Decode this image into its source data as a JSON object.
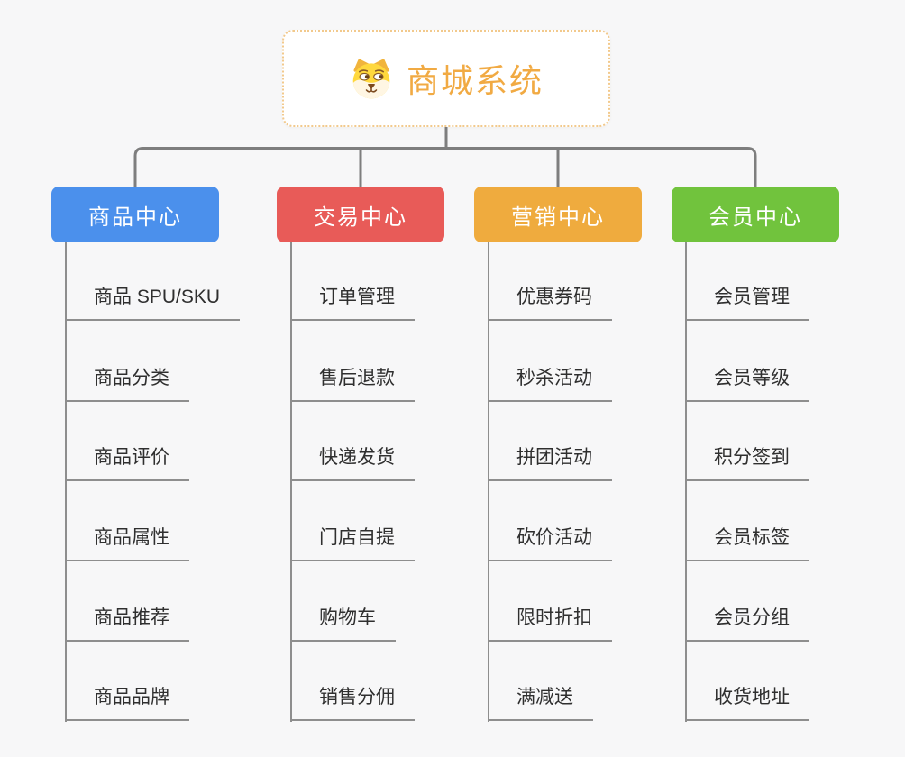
{
  "page": {
    "background": "#F7F7F8"
  },
  "root": {
    "title": "商城系统",
    "icon": "dog-face-icon",
    "title_color": "#F1AA43",
    "border_color": "#F2C98C"
  },
  "colors": {
    "connector": "#7E7E7E",
    "leaf_line": "#8E8E8E",
    "leaf_text": "#2F2F2F"
  },
  "branches": [
    {
      "label": "商品中心",
      "color": "#4B90EC",
      "items": [
        "商品 SPU/SKU",
        "商品分类",
        "商品评价",
        "商品属性",
        "商品推荐",
        "商品品牌"
      ]
    },
    {
      "label": "交易中心",
      "color": "#E85B58",
      "items": [
        "订单管理",
        "售后退款",
        "快递发货",
        "门店自提",
        "购物车",
        "销售分佣"
      ]
    },
    {
      "label": "营销中心",
      "color": "#EFAB3E",
      "items": [
        "优惠券码",
        "秒杀活动",
        "拼团活动",
        "砍价活动",
        "限时折扣",
        "满减送"
      ]
    },
    {
      "label": "会员中心",
      "color": "#71C33D",
      "items": [
        "会员管理",
        "会员等级",
        "积分签到",
        "会员标签",
        "会员分组",
        "收货地址"
      ]
    }
  ]
}
